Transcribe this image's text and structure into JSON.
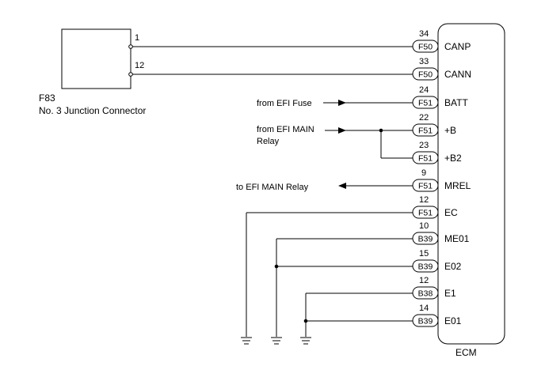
{
  "junction": {
    "id": "F83",
    "name": "No. 3 Junction Connector",
    "pins": [
      {
        "pin": "1"
      },
      {
        "pin": "12"
      }
    ]
  },
  "ecm": {
    "label": "ECM",
    "terminals": [
      {
        "pin": "34",
        "connector": "F50",
        "name": "CANP"
      },
      {
        "pin": "33",
        "connector": "F50",
        "name": "CANN"
      },
      {
        "pin": "24",
        "connector": "F51",
        "name": "BATT"
      },
      {
        "pin": "22",
        "connector": "F51",
        "name": "+B"
      },
      {
        "pin": "23",
        "connector": "F51",
        "name": "+B2"
      },
      {
        "pin": "9",
        "connector": "F51",
        "name": "MREL"
      },
      {
        "pin": "12",
        "connector": "F51",
        "name": "EC"
      },
      {
        "pin": "10",
        "connector": "B39",
        "name": "ME01"
      },
      {
        "pin": "15",
        "connector": "B39",
        "name": "E02"
      },
      {
        "pin": "12",
        "connector": "B38",
        "name": "E1"
      },
      {
        "pin": "14",
        "connector": "B39",
        "name": "E01"
      }
    ]
  },
  "sources": {
    "efi_fuse": "from EFI Fuse",
    "efi_main_relay_line1": "from EFI MAIN",
    "efi_main_relay_line2": "Relay",
    "to_efi_main_relay": "to EFI MAIN Relay"
  }
}
